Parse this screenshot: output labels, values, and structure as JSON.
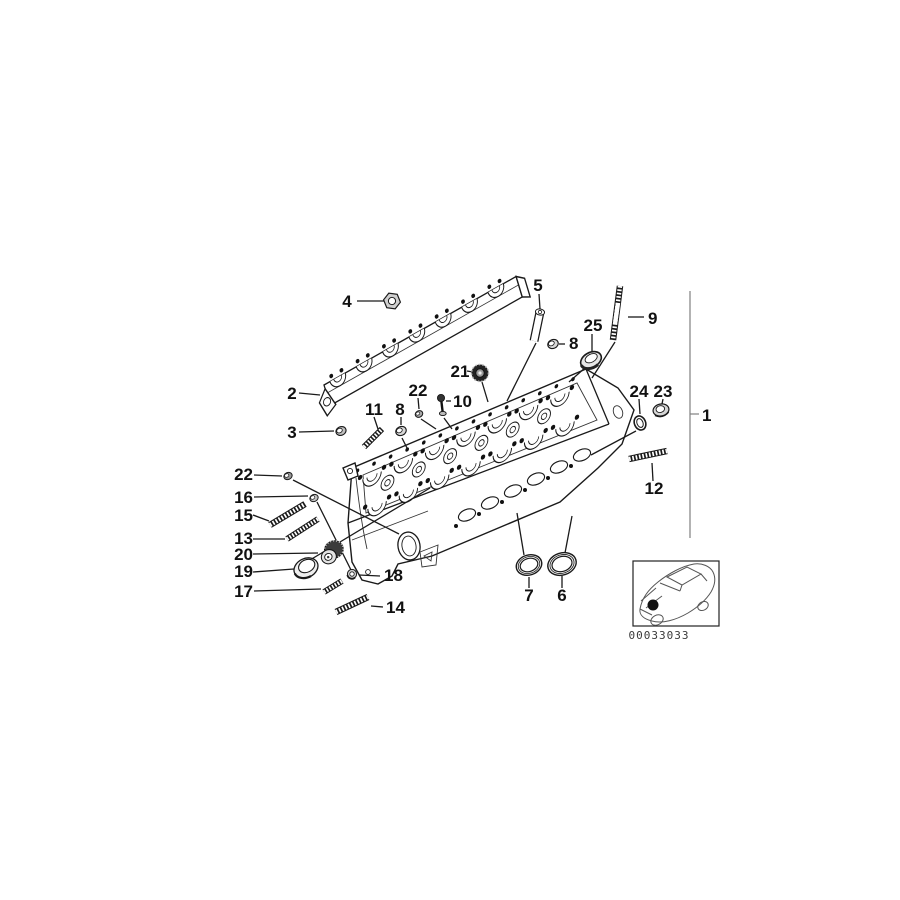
{
  "figure": {
    "code": "00033033",
    "callouts": {
      "n1": "1",
      "n2": "2",
      "n3": "3",
      "n4": "4",
      "n5": "5",
      "n6": "6",
      "n7": "7",
      "n8": "8",
      "n9": "9",
      "n10": "10",
      "n11": "11",
      "n12": "12",
      "n13": "13",
      "n14": "14",
      "n15": "15",
      "n16": "16",
      "n17": "17",
      "n18": "18",
      "n19": "19",
      "n20": "20",
      "n21": "21",
      "n22": "22",
      "n23": "23",
      "n24": "24",
      "n25": "25"
    }
  }
}
